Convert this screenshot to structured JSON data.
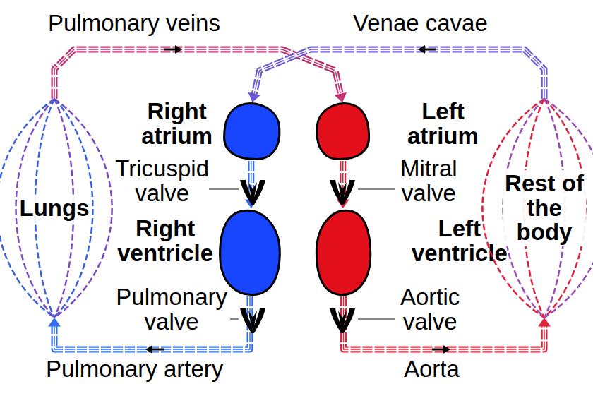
{
  "diagram": {
    "nodes": [
      {
        "text": [
          "Right atrium"
        ]
      },
      {
        "text": [
          "Left atrium"
        ]
      },
      {
        "text": [
          "Lungs"
        ]
      },
      {
        "text": [
          "Right ventricle"
        ]
      },
      {
        "text": [
          "Left ventricle"
        ]
      },
      {
        "text": [
          "Rest of the body"
        ]
      }
    ],
    "edges": [
      {
        "from": 0,
        "to": 3,
        "label": "Tricuspid valve",
        "arrow": "to"
      },
      {
        "from": 3,
        "to": 2,
        "label": "Pulmonary artery",
        "arrow": "to"
      },
      {
        "from": 2,
        "to": 1,
        "label": "Pulmonary veins",
        "arrow": "to"
      },
      {
        "from": 1,
        "to": 4,
        "label": "Mitral valve",
        "arrow": "to"
      },
      {
        "from": 4,
        "to": 5,
        "label": "Aorta",
        "arrow": "to"
      },
      {
        "from": 5,
        "to": 0,
        "label": "Venae cavae",
        "arrow": "to"
      }
    ],
    "labels": [
      "Pulmonary valve",
      "Aortic valve"
    ]
  }
}
